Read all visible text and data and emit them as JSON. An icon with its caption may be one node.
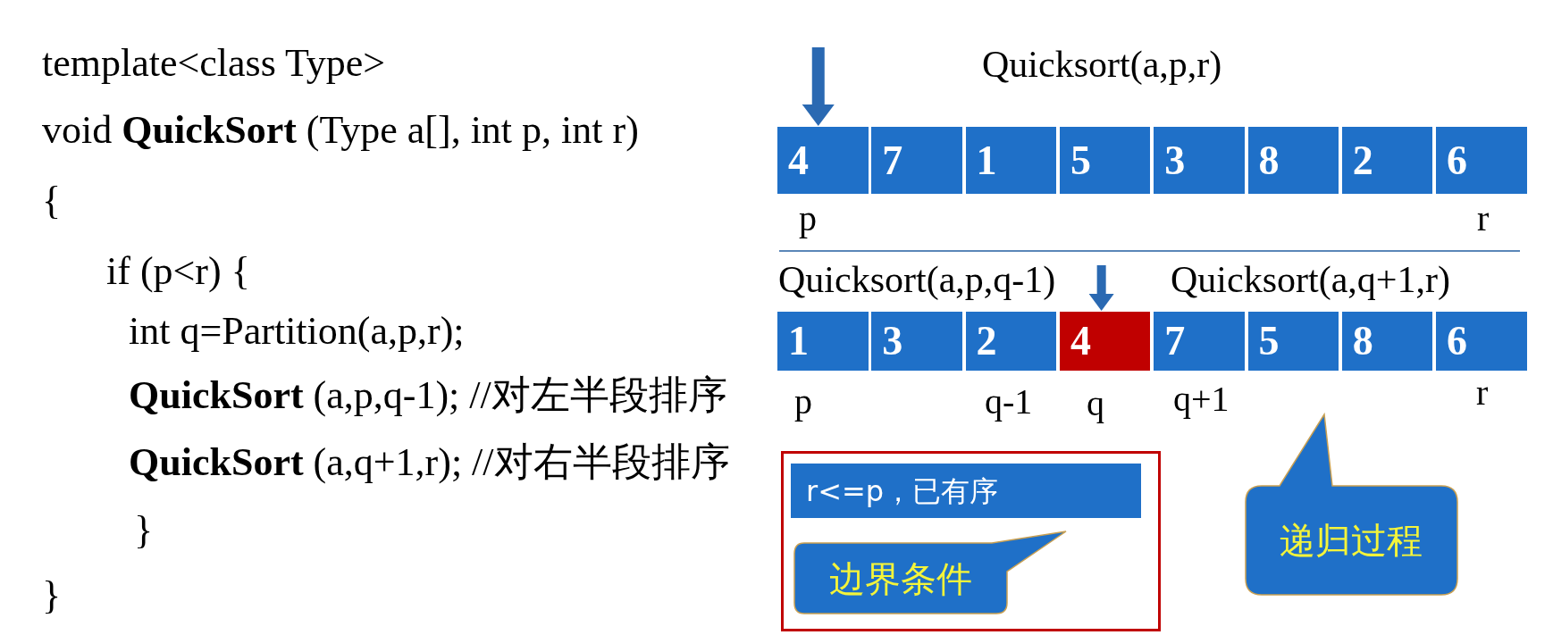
{
  "diagram": {
    "nodes": [
      {
        "text": [
          "4"
        ]
      },
      {
        "text": [
          "7"
        ]
      },
      {
        "text": [
          "1"
        ]
      },
      {
        "text": [
          "5"
        ]
      },
      {
        "text": [
          "3"
        ]
      },
      {
        "text": [
          "8"
        ]
      },
      {
        "text": [
          "2"
        ]
      },
      {
        "text": [
          "6"
        ]
      },
      {
        "text": [
          "1"
        ]
      },
      {
        "text": [
          "3"
        ]
      },
      {
        "text": [
          "2"
        ]
      },
      {
        "text": [
          "4"
        ]
      },
      {
        "text": [
          "7"
        ]
      },
      {
        "text": [
          "5"
        ]
      },
      {
        "text": [
          "8"
        ]
      },
      {
        "text": [
          "6"
        ]
      },
      {
        "text": [],
        "shape": "box"
      },
      {
        "text": [
          "r<=p，已有序"
        ],
        "in": 16
      },
      {
        "text": [
          "边界条件"
        ],
        "in": 16
      },
      {
        "text": [
          "递归过程"
        ]
      }
    ],
    "edges": [
      {
        "from": null,
        "to": 0,
        "arrow": "to"
      },
      {
        "from": null,
        "to": 11,
        "arrow": "to"
      }
    ],
    "labels": [
      "template<class Type>",
      "void **QuickSort** (Type a[], int p, int r)",
      "{",
      "if (p<r) {",
      "int q=Partition(a,p,r);",
      "**QuickSort** (a,p,q-1); //对左半段排序",
      "**QuickSort** (a,q+1,r); //对右半段排序",
      "}",
      "}",
      "Quicksort(a,p,r)",
      "p",
      "r",
      "Quicksort(a,p,q-1)",
      "Quicksort(a,q+1,r)",
      "p",
      "q-1",
      "q",
      "q+1",
      "r"
    ]
  }
}
